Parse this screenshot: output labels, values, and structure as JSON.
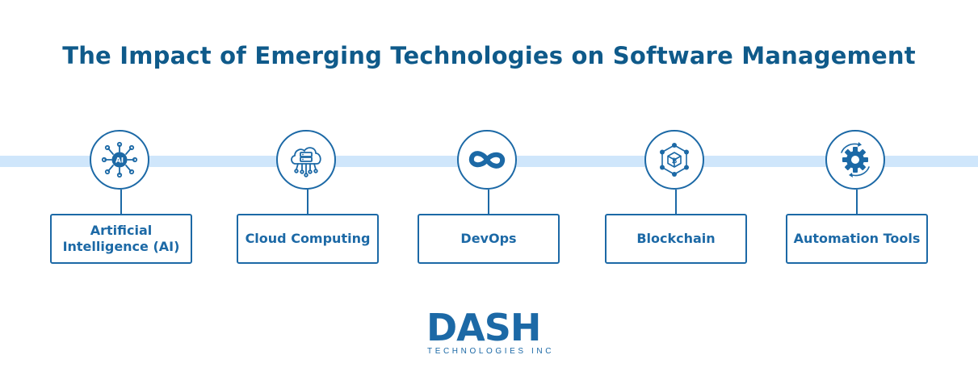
{
  "title": "The Impact of Emerging Technologies on Software Management",
  "colors": {
    "primary": "#1c69a6",
    "title": "#0f5a8a",
    "band": "#cfe6fb"
  },
  "items": [
    {
      "label": "Artificial Intelligence (AI)",
      "icon": "ai-chip-icon",
      "icon_text": "AI"
    },
    {
      "label": "Cloud Computing",
      "icon": "cloud-server-icon"
    },
    {
      "label": "DevOps",
      "icon": "infinity-icon"
    },
    {
      "label": "Blockchain",
      "icon": "blockchain-icon",
      "icon_text": "₿"
    },
    {
      "label": "Automation Tools",
      "icon": "gear-cycle-icon"
    }
  ],
  "logo": {
    "word": "DASH",
    "sub": "TECHNOLOGIES INC"
  }
}
